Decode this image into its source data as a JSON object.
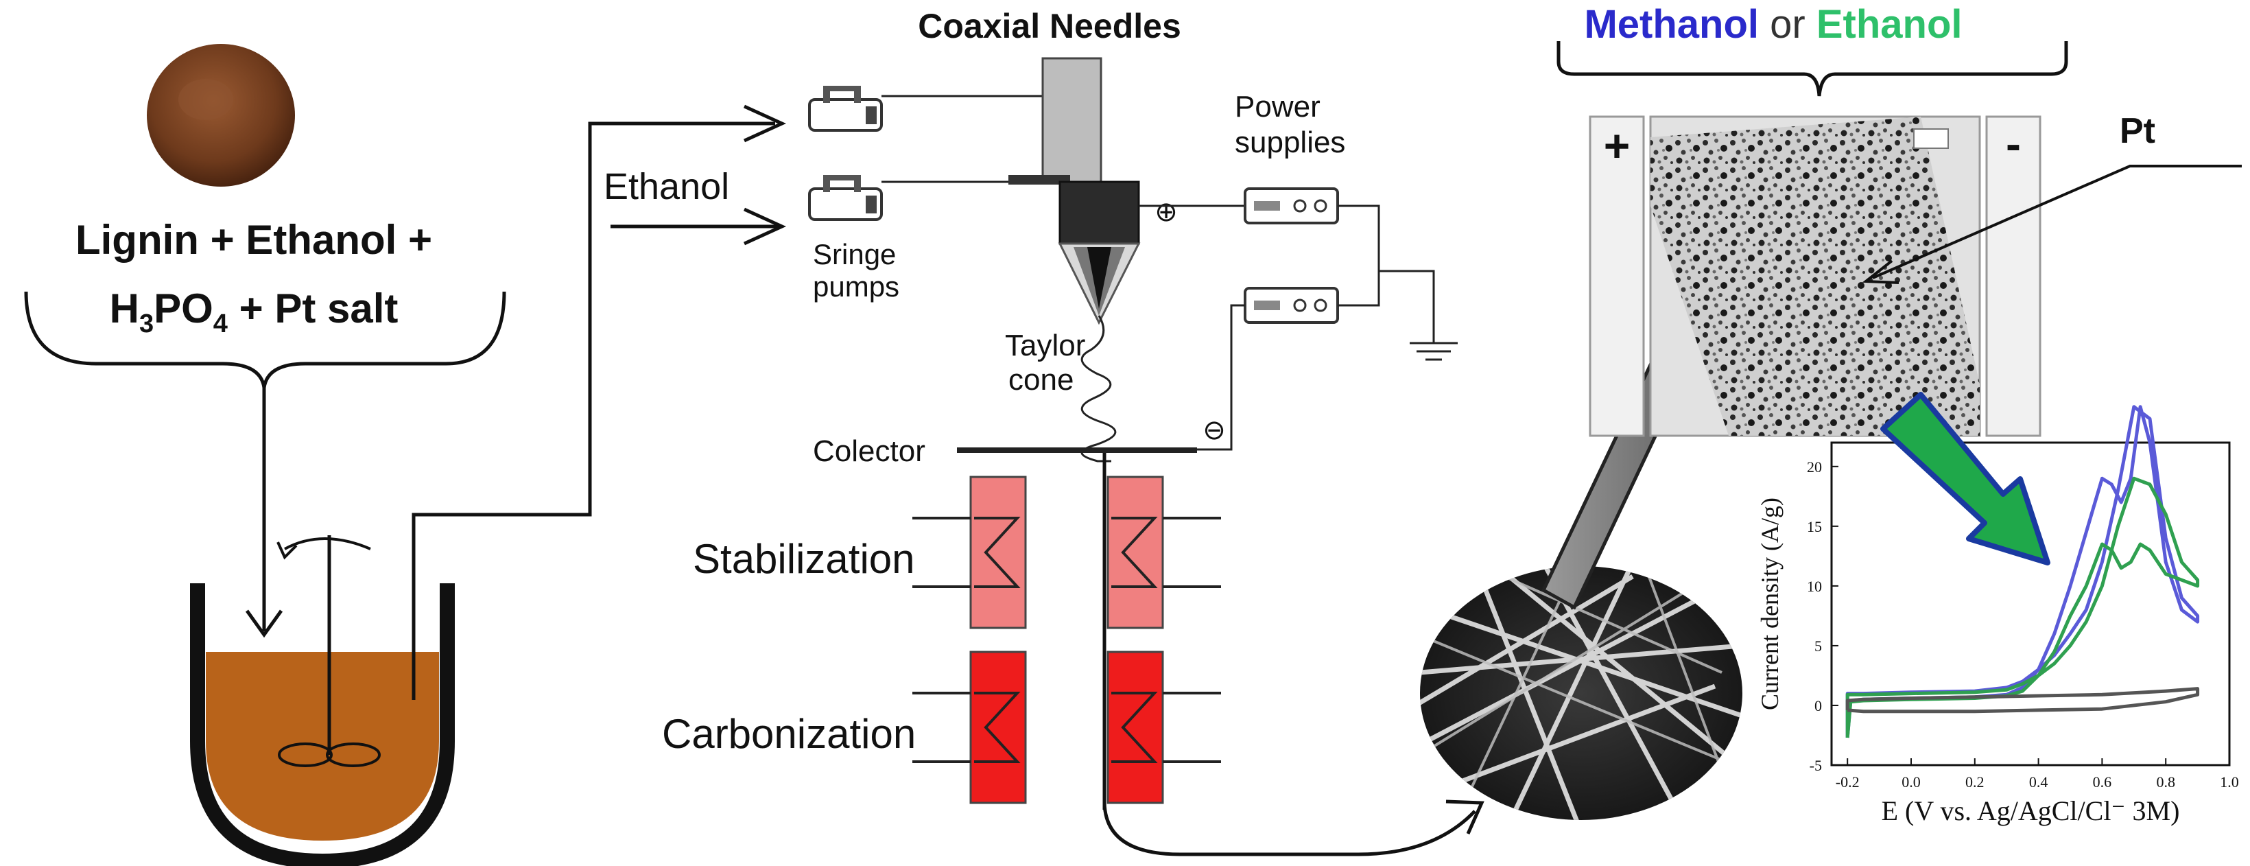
{
  "diagram": {
    "mixture_label_line1": "Lignin  + Ethanol +",
    "mixture_label_line2_pre": "H",
    "mixture_label_line2_sub1": "3",
    "mixture_label_line2_mid": "PO",
    "mixture_label_line2_sub2": "4",
    "mixture_label_line2_post": " + Pt salt",
    "coaxial_needles": "Coaxial Needles",
    "ethanol": "Ethanol",
    "syringe_pumps_line1": "Sringe",
    "syringe_pumps_line2": "pumps",
    "power_supplies_line1": "Power",
    "power_supplies_line2": "supplies",
    "taylor_cone_line1": "Taylor",
    "taylor_cone_line2": "cone",
    "collector": "Colector",
    "stabilization": "Stabilization",
    "carbonization": "Carbonization",
    "plus_symbol": "⊕",
    "minus_symbol": "⊖",
    "fuel_methanol": "Methanol",
    "fuel_or": " or ",
    "fuel_ethanol": "Ethanol",
    "electrode_plus": "+",
    "electrode_minus": "-",
    "pt_label": "Pt"
  },
  "colors": {
    "methanol": "#2a2acb",
    "ethanol": "#2ec06a",
    "stabilization_box": "#f08080",
    "carbonization_box": "#ee1c1c",
    "solution": "#b8631a",
    "green_arrow": "#1fa84a",
    "green_arrow_border": "#1a3aa0"
  },
  "chart_data": {
    "type": "line",
    "xlabel": "E (V vs. Ag/AgCl/Cl⁻ 3M)",
    "ylabel": "Current density (A/g)",
    "xlim": [
      -0.25,
      1.0
    ],
    "ylim": [
      -5,
      22
    ],
    "xticks": [
      "-0.2",
      "0.0",
      "0.2",
      "0.4",
      "0.6",
      "0.8",
      "1.0"
    ],
    "yticks": [
      "-5",
      "0",
      "5",
      "10",
      "15",
      "20"
    ],
    "series": [
      {
        "color": "#5a5ad8",
        "x": [
          -0.2,
          -0.19,
          -0.15,
          0.0,
          0.2,
          0.3,
          0.35,
          0.4,
          0.45,
          0.5,
          0.55,
          0.6,
          0.63,
          0.66,
          0.69,
          0.72,
          0.75,
          0.8,
          0.85,
          0.9,
          0.9,
          0.85,
          0.8,
          0.75,
          0.7,
          0.65,
          0.6,
          0.55,
          0.5,
          0.45,
          0.4,
          0.35,
          0.3,
          0.2,
          0.0,
          -0.15,
          -0.2,
          -0.2
        ],
        "y": [
          -2.7,
          0.4,
          0.5,
          0.6,
          0.7,
          0.9,
          1.5,
          3,
          6,
          10,
          14.5,
          19,
          18.5,
          17,
          19,
          25,
          22,
          12,
          8,
          7,
          7.5,
          9,
          14,
          24,
          25,
          18,
          12,
          8,
          6,
          4.2,
          3,
          2,
          1.5,
          1.2,
          1.1,
          1.0,
          1.0,
          -2.7
        ]
      },
      {
        "color": "#2fa050",
        "x": [
          -0.2,
          -0.19,
          -0.15,
          0.0,
          0.2,
          0.3,
          0.35,
          0.4,
          0.45,
          0.5,
          0.55,
          0.6,
          0.63,
          0.66,
          0.69,
          0.72,
          0.75,
          0.8,
          0.85,
          0.9,
          0.9,
          0.85,
          0.8,
          0.75,
          0.7,
          0.65,
          0.6,
          0.55,
          0.5,
          0.45,
          0.4,
          0.35,
          0.3,
          0.2,
          0.0,
          -0.15,
          -0.2,
          -0.2
        ],
        "y": [
          -2.7,
          0.3,
          0.4,
          0.5,
          0.6,
          0.8,
          1.2,
          2.5,
          4.5,
          7.5,
          10,
          13.5,
          13,
          11.5,
          12,
          13.5,
          13,
          11,
          10.5,
          10,
          10.5,
          12,
          16,
          18.5,
          19,
          15,
          10,
          7,
          5,
          3.5,
          2.5,
          1.8,
          1.3,
          1.1,
          1.0,
          0.9,
          0.9,
          -2.7
        ]
      },
      {
        "color": "#555555",
        "x": [
          -0.2,
          -0.15,
          0.0,
          0.2,
          0.4,
          0.6,
          0.8,
          0.9,
          0.9,
          0.8,
          0.6,
          0.4,
          0.2,
          0.0,
          -0.15,
          -0.2,
          -0.2
        ],
        "y": [
          -0.4,
          -0.5,
          -0.5,
          -0.5,
          -0.4,
          -0.3,
          0.3,
          0.9,
          1.4,
          1.2,
          0.9,
          0.8,
          0.7,
          0.6,
          0.5,
          0.4,
          -0.4
        ]
      }
    ]
  }
}
